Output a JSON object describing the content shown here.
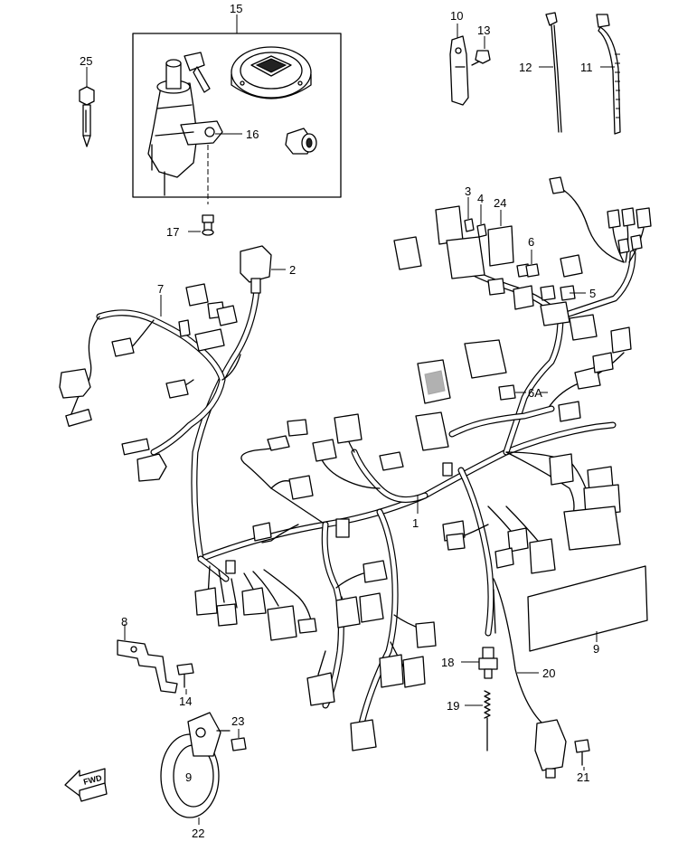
{
  "parts": [
    {
      "id": "p1",
      "label": "1"
    },
    {
      "id": "p2",
      "label": "2"
    },
    {
      "id": "p3",
      "label": "3"
    },
    {
      "id": "p4",
      "label": "4"
    },
    {
      "id": "p5",
      "label": "5"
    },
    {
      "id": "p6",
      "label": "6"
    },
    {
      "id": "p6a",
      "label": "6A"
    },
    {
      "id": "p7",
      "label": "7"
    },
    {
      "id": "p8",
      "label": "8"
    },
    {
      "id": "p9",
      "label": "9"
    },
    {
      "id": "p10",
      "label": "10"
    },
    {
      "id": "p11",
      "label": "11"
    },
    {
      "id": "p12",
      "label": "12"
    },
    {
      "id": "p13",
      "label": "13"
    },
    {
      "id": "p14",
      "label": "14"
    },
    {
      "id": "p15",
      "label": "15"
    },
    {
      "id": "p16",
      "label": "16"
    },
    {
      "id": "p17",
      "label": "17"
    },
    {
      "id": "p18",
      "label": "18"
    },
    {
      "id": "p19",
      "label": "19"
    },
    {
      "id": "p20",
      "label": "20"
    },
    {
      "id": "p21",
      "label": "21"
    },
    {
      "id": "p22",
      "label": "22"
    },
    {
      "id": "p23",
      "label": "23"
    },
    {
      "id": "p24",
      "label": "24"
    },
    {
      "id": "p25",
      "label": "25"
    }
  ],
  "horn_mark": "9",
  "direction_arrow": "FWD"
}
